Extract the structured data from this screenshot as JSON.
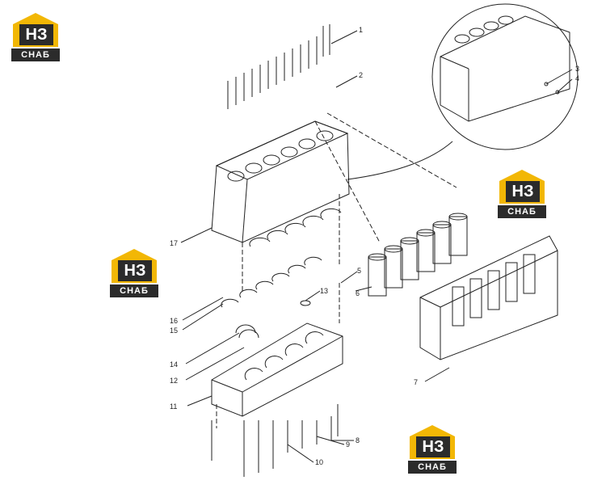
{
  "logo": {
    "mark": "НЗ",
    "label": "СНАБ"
  },
  "callouts": [
    {
      "id": "1",
      "label": "1"
    },
    {
      "id": "2",
      "label": "2"
    },
    {
      "id": "3",
      "label": "3"
    },
    {
      "id": "4",
      "label": "4"
    },
    {
      "id": "5",
      "label": "5"
    },
    {
      "id": "6",
      "label": "6"
    },
    {
      "id": "7",
      "label": "7"
    },
    {
      "id": "8",
      "label": "8"
    },
    {
      "id": "9",
      "label": "9"
    },
    {
      "id": "10",
      "label": "10"
    },
    {
      "id": "11",
      "label": "11"
    },
    {
      "id": "12",
      "label": "12"
    },
    {
      "id": "13",
      "label": "13"
    },
    {
      "id": "14",
      "label": "14"
    },
    {
      "id": "15",
      "label": "15"
    },
    {
      "id": "16",
      "label": "16"
    },
    {
      "id": "17",
      "label": "17"
    }
  ],
  "colors": {
    "logo_yellow": "#f2b705",
    "logo_dark": "#2b2b2b",
    "line": "#222222"
  }
}
